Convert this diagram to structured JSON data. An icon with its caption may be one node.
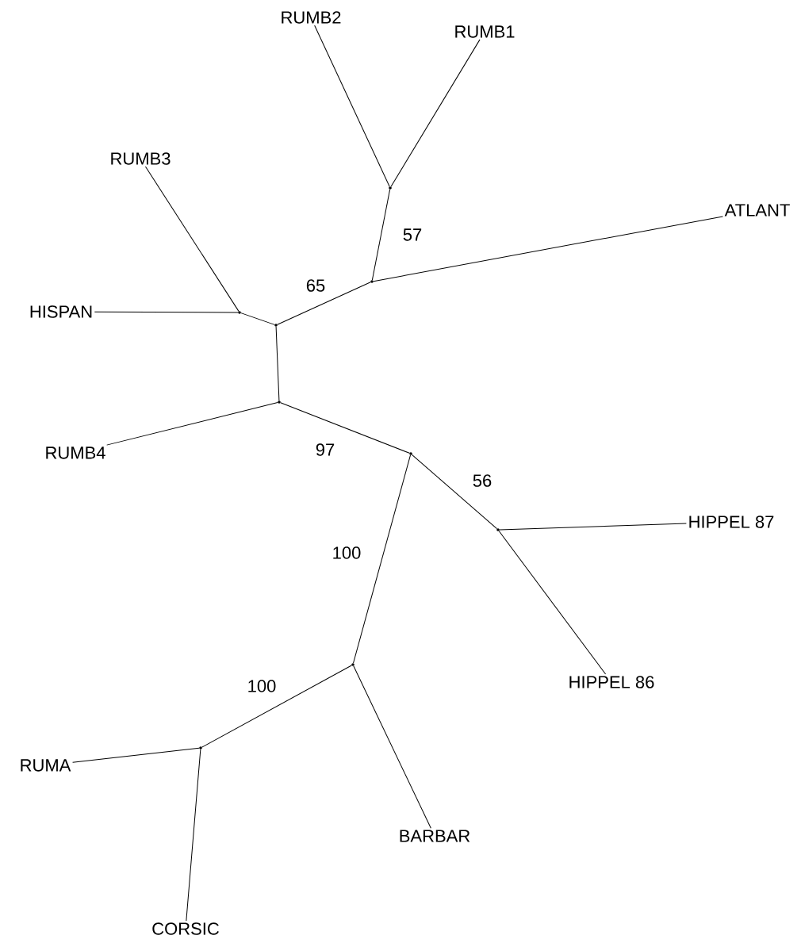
{
  "diagram": {
    "nodes": [
      {
        "text": [
          "RUMB2"
        ]
      },
      {
        "text": [
          "RUMB1"
        ]
      },
      {
        "text": [
          "RUMB3"
        ]
      },
      {
        "text": [
          "ATLANT"
        ]
      },
      {
        "text": [
          "HISPAN"
        ]
      },
      {
        "text": [
          "RUMB4"
        ]
      },
      {
        "text": [
          "HIPPEL 87"
        ]
      },
      {
        "text": [
          "HIPPEL 86"
        ]
      },
      {
        "text": [
          "RUMA"
        ]
      },
      {
        "text": [
          "BARBAR"
        ]
      },
      {
        "text": [
          "CORSIC"
        ]
      },
      {
        "text": [],
        "shape": "point"
      },
      {
        "text": [],
        "shape": "point"
      },
      {
        "text": [],
        "shape": "point"
      },
      {
        "text": [],
        "shape": "point"
      },
      {
        "text": [],
        "shape": "point"
      },
      {
        "text": [],
        "shape": "point"
      },
      {
        "text": [],
        "shape": "point"
      },
      {
        "text": [],
        "shape": "point"
      },
      {
        "text": [],
        "shape": "point"
      }
    ],
    "edges": [
      {
        "from": 11,
        "to": 0,
        "arrow": "none"
      },
      {
        "from": 11,
        "to": 1,
        "arrow": "none"
      },
      {
        "from": 11,
        "to": 12,
        "arrow": "none",
        "label": "57"
      },
      {
        "from": 12,
        "to": 3,
        "arrow": "none"
      },
      {
        "from": 12,
        "to": 14,
        "arrow": "none",
        "label": "65"
      },
      {
        "from": 13,
        "to": 2,
        "arrow": "none"
      },
      {
        "from": 13,
        "to": 4,
        "arrow": "none"
      },
      {
        "from": 13,
        "to": 14,
        "arrow": "none"
      },
      {
        "from": 14,
        "to": 15,
        "arrow": "none"
      },
      {
        "from": 15,
        "to": 5,
        "arrow": "none"
      },
      {
        "from": 15,
        "to": 16,
        "arrow": "none",
        "label": "97"
      },
      {
        "from": 16,
        "to": 17,
        "arrow": "none",
        "label": "56"
      },
      {
        "from": 17,
        "to": 6,
        "arrow": "none"
      },
      {
        "from": 17,
        "to": 7,
        "arrow": "none"
      },
      {
        "from": 16,
        "to": 18,
        "arrow": "none",
        "label": "100"
      },
      {
        "from": 18,
        "to": 9,
        "arrow": "none"
      },
      {
        "from": 18,
        "to": 19,
        "arrow": "none",
        "label": "100"
      },
      {
        "from": 19,
        "to": 8,
        "arrow": "none"
      },
      {
        "from": 19,
        "to": 10,
        "arrow": "none"
      }
    ]
  }
}
